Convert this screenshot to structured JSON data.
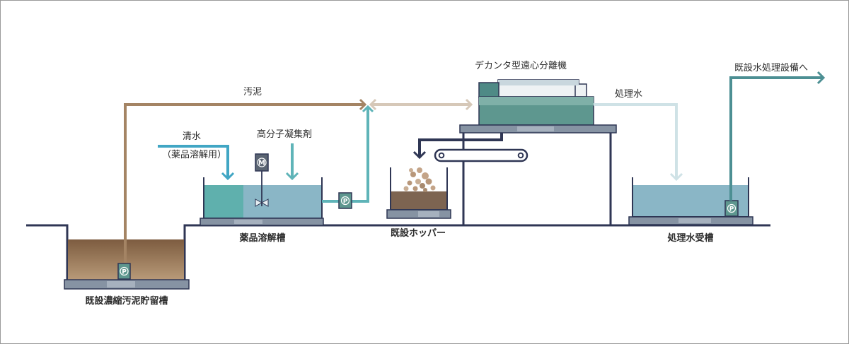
{
  "labels": {
    "decanter": "デカンタ型遠心分離機",
    "sludge_flow": "汚泥",
    "treated_flow": "処理水",
    "to_existing": "既設水処理設備へ",
    "clean_water": "清水",
    "clean_water_note": "（薬品溶解用）",
    "polymer": "高分子凝集剤",
    "chem_tank": "薬品溶解槽",
    "hopper": "既設ホッパー",
    "treated_tank": "処理水受槽",
    "sludge_tank": "既設濃縮汚泥貯留槽"
  },
  "symbols": {
    "pump": "P",
    "motor": "M"
  },
  "colors": {
    "sludge": "#a48464",
    "sludge_light": "#d6c8b8",
    "clean_water": "#41a6c4",
    "chemical": "#5fb4b8",
    "treated_light": "#cfe2e6",
    "treated_out": "#4c8f93",
    "structure": "#2f3654",
    "base": "#8693a3",
    "water_fill": "#86b7c6",
    "machine": "#5e978f"
  },
  "icons": [
    "pump-icon",
    "motor-icon",
    "agitator-icon",
    "arrow-icon",
    "conveyor-icon"
  ]
}
